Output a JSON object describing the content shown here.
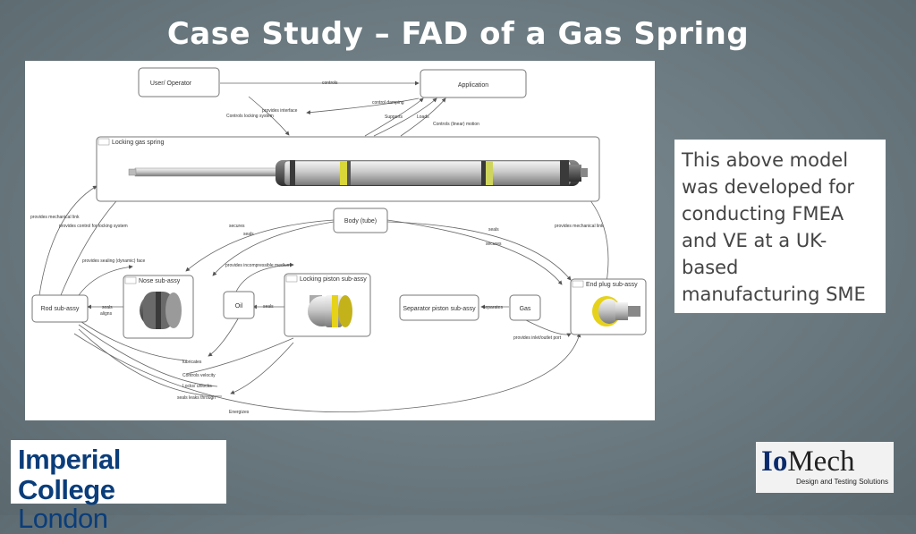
{
  "slide": {
    "title": "Case Study – FAD of a Gas Spring",
    "note": "This above model was developed for conducting FMEA and VE at a UK-based manufacturing SME"
  },
  "diagram": {
    "nodes": {
      "user_operator": "User/ Operator",
      "application": "Application",
      "locking_gas_spring": "Locking gas spring",
      "body_tube": "Body (tube)",
      "rod_sub_assy": "Rod sub-assy",
      "nose_sub_assy": "Nose sub-assy",
      "oil": "Oil",
      "locking_piston_sub_assy": "Locking piston sub-assy",
      "separator_piston_sub_assy": "Separator piston sub-assy",
      "gas": "Gas",
      "end_plug_sub_assy": "End plug sub-assy"
    },
    "edge_labels": {
      "controls": "controls",
      "provides_interface": "provides interface",
      "controls_locking_system": "Controls locking system",
      "control_damping": "control damping",
      "supports": "Supports",
      "loads": "Loads",
      "controls_linear_motion": "Controls (linear) motion",
      "provides_mechanical_link_left": "provides mechanical link",
      "provides_control_for_locking_system": "provides control for locking system",
      "provides_mechanical_link_right": "provides mechanical link",
      "secures_1": "secures",
      "seals_1": "seals",
      "seals_2": "seals",
      "secures_2": "secures",
      "provides_sealing_dynamic_face": "provides sealing (dynamic) face",
      "provides_incompressible_medium": "provides incompressible medium",
      "seals_rod": "seals",
      "aligns": "aligns",
      "seals_oil": "seals",
      "separates": "separates",
      "provides_inlet_outlet_port": "provides inlet/outlet port",
      "lubricates": "lubricates",
      "controls_velocity": "Controls velocity",
      "locks_unlocks": "Locks/ unlocks",
      "seals_leaks_through": "seals leaks through",
      "energizes": "Energizes"
    }
  },
  "logos": {
    "imperial_line1": "Imperial College",
    "imperial_line2": "London",
    "iomech_io": "Io",
    "iomech_mech": "Mech",
    "iomech_tagline": "Design and Testing Solutions"
  },
  "colors": {
    "background": "#6b7a80",
    "imperial_blue": "#0a3d7a",
    "iomech_navy": "#0b2a6b",
    "seal_yellow": "#e6d21a"
  }
}
